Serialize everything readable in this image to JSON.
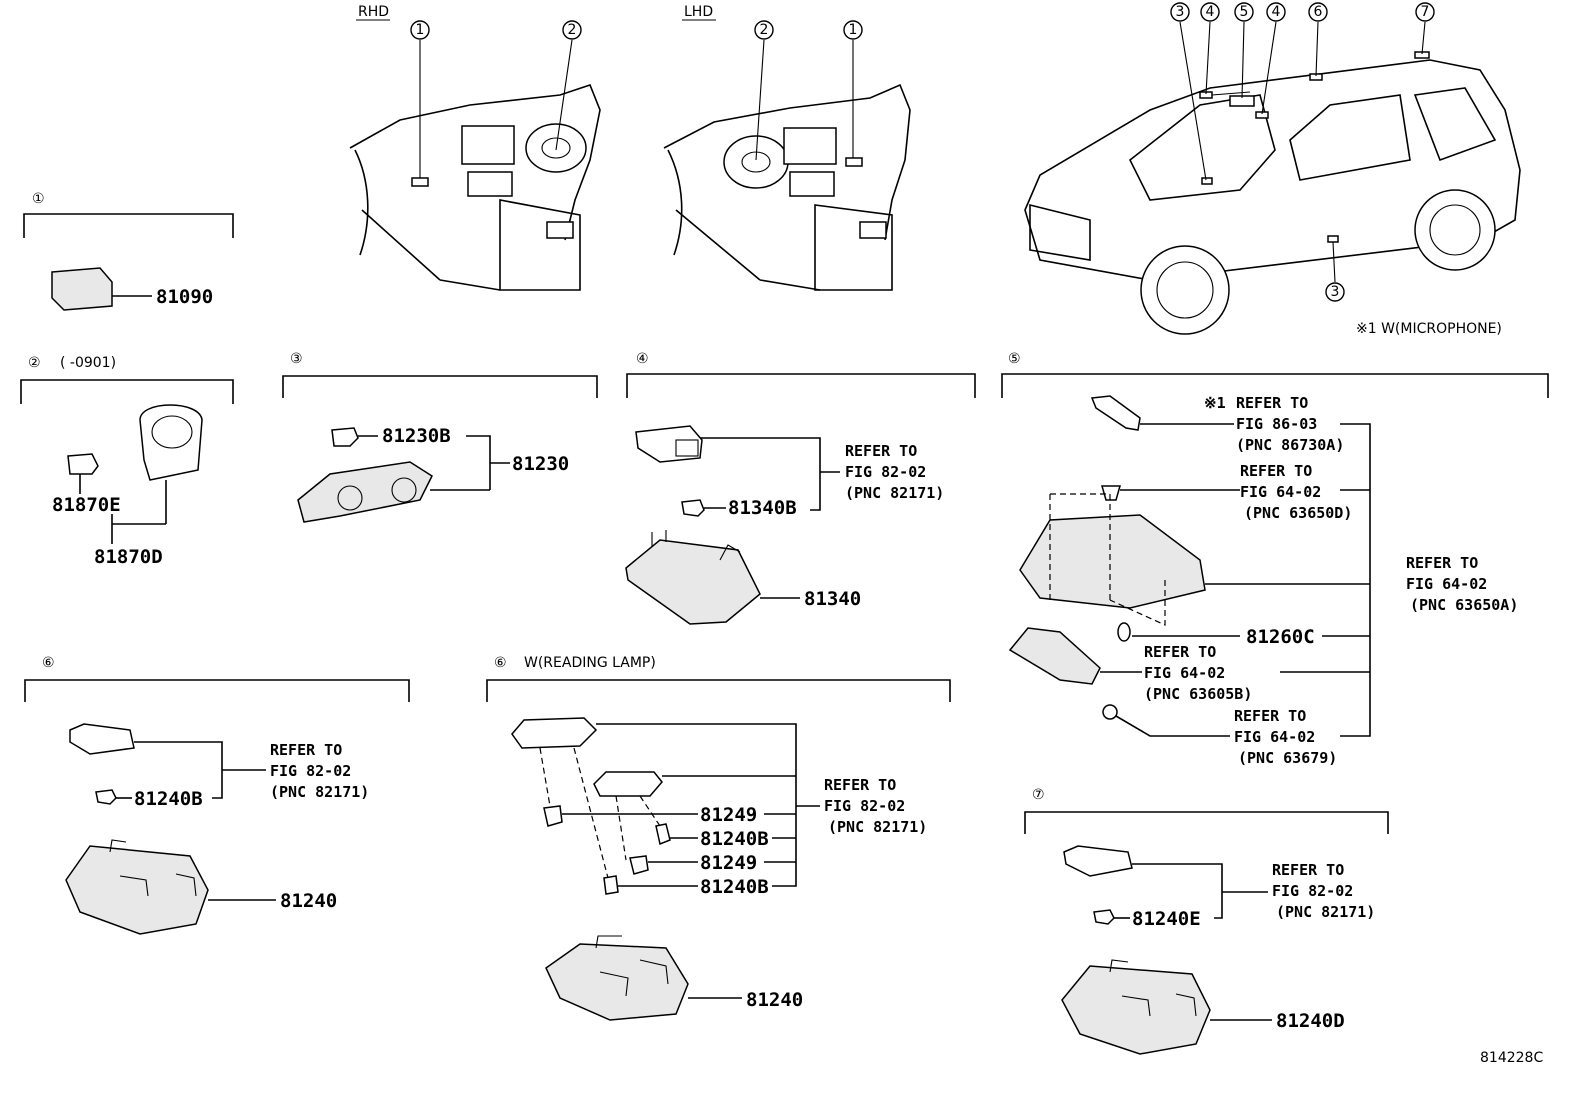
{
  "figure": {
    "code": "814228C",
    "rhd_label": "RHD",
    "lhd_label": "LHD",
    "note_microphone": "※1 W(MICROPHONE)"
  },
  "callouts": {
    "c1": "①",
    "c2": "②",
    "c3": "③",
    "c4": "④",
    "c5": "⑤",
    "c6": "⑥",
    "c7": "⑦"
  },
  "sections": {
    "s2_range": "(      -0901)",
    "s6b_suffix": "W(READING LAMP)"
  },
  "parts": {
    "p81090": "81090",
    "p81870E": "81870E",
    "p81870D": "81870D",
    "p81230B": "81230B",
    "p81230": "81230",
    "p81340B": "81340B",
    "p81340": "81340",
    "p81260C": "81260C",
    "p81240B_a": "81240B",
    "p81240_a": "81240",
    "p81249_a": "81249",
    "p81240B_b": "81240B",
    "p81249_b": "81249",
    "p81240B_c": "81240B",
    "p81240_b": "81240",
    "p81240E": "81240E",
    "p81240D": "81240D"
  },
  "refs": {
    "r4": [
      "REFER TO",
      "FIG 82-02",
      "(PNC 82171)"
    ],
    "r5a_mark": "※1",
    "r5a": [
      "REFER TO",
      "FIG 86-03",
      "(PNC 86730A)"
    ],
    "r5b": [
      "REFER TO",
      "FIG 64-02",
      "(PNC 63650D)"
    ],
    "r5c": [
      "REFER TO",
      "FIG 64-02",
      "(PNC 63650A)"
    ],
    "r5d": [
      "REFER TO",
      "FIG 64-02",
      "(PNC 63605B)"
    ],
    "r5e": [
      "REFER TO",
      "FIG 64-02",
      "(PNC 63679)"
    ],
    "r6a": [
      "REFER TO",
      "FIG 82-02",
      "(PNC 82171)"
    ],
    "r6b": [
      "REFER TO",
      "FIG 82-02",
      "(PNC 82171)"
    ],
    "r7": [
      "REFER TO",
      "FIG 82-02",
      "(PNC 82171)"
    ]
  }
}
